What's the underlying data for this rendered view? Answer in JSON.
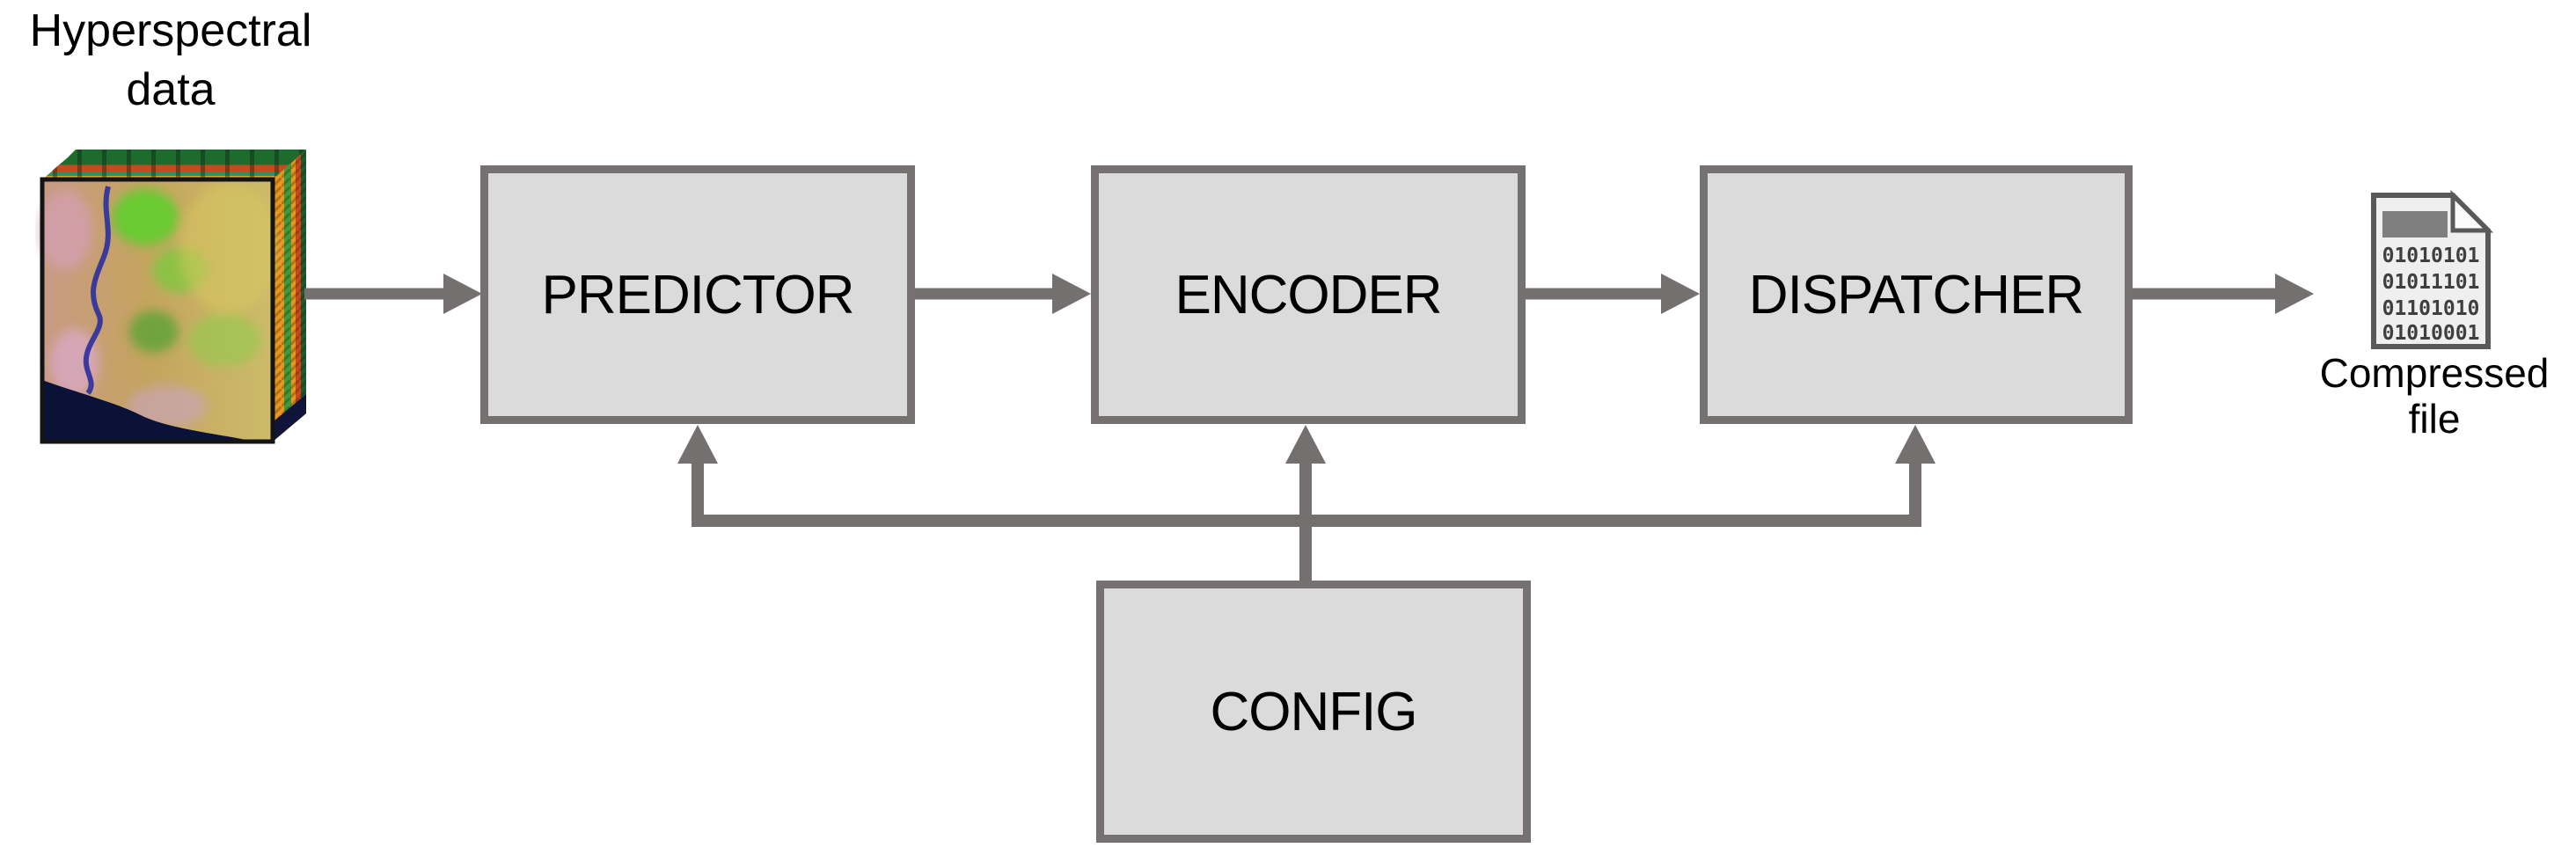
{
  "title": {
    "line1": "Hyperspectral",
    "line2": "data"
  },
  "pipeline": {
    "predictor_label": "PREDICTOR",
    "encoder_label": "ENCODER",
    "dispatcher_label": "DISPATCHER",
    "config_label": "CONFIG"
  },
  "output_file": {
    "caption_line1": "Compressed",
    "caption_line2": "file",
    "binary_lines": [
      "01010101",
      "01011101",
      "01101010",
      "01010001"
    ]
  },
  "icons": {
    "input": "hyperspectral-cube-image",
    "output": "compressed-file-document-icon"
  },
  "colors": {
    "arrow": "#757070",
    "box_border": "#767171",
    "box_fill": "#DBDBDB",
    "file_fill": "#F0EFEF",
    "file_border": "#595959",
    "file_header_bar": "#7F7F7F",
    "binary_text": "#3F3F3F",
    "label_text": "#000000",
    "background": "#FFFFFF"
  }
}
